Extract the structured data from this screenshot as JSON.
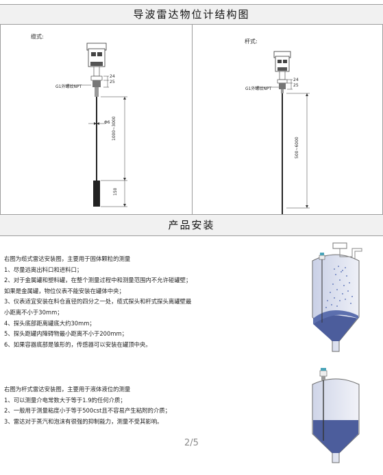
{
  "header1": "导波雷达物位计结构图",
  "header2": "产品安装",
  "left_panel": {
    "type_label": "缆式:",
    "dims": {
      "d1": "24",
      "d2": "25",
      "diameter": "Φ6",
      "range": "1000~3000",
      "bottom": "150"
    },
    "thread": "G1外螺纹NPT"
  },
  "right_panel": {
    "type_label": "杆式:",
    "dims": {
      "d1": "24",
      "d2": "25",
      "range": "500~6000"
    },
    "thread": "G1外螺纹NPT"
  },
  "cable_install": {
    "lines": [
      "右图为缆式雷达安装图，主要用于固体颗粒的测量",
      "1、尽量远离出料口和进料口；",
      "2、对于金属罐和塑料罐，在整个测量过程中和测量范围内不允许碰罐壁；",
      "如果是金属罐，物位仪表不能安装在罐体中央；",
      "3、仪表适宜安装在料仓直径的四分之一处，缆式探头和杆式探头离罐壁最",
      "小距离不小于30mm；",
      "4、探头底部距离罐底大约30mm；",
      "5、探头距罐内障碍物最小距离不小于200mm；",
      "6、如果容器底部是锥形的，传感器可以安装在罐顶中央。"
    ]
  },
  "rod_install": {
    "lines": [
      "右图为杆式雷达安装图，主要用于液体液位的测量",
      "1、可以测量介电常数大于等于1.9的任何介质；",
      "2、一般用于测量粘度小于等于500cst且不容易产生粘附的介质；",
      "3、雷达对于蒸汽和泡沫有很强的抑制能力，测量不受其影响。"
    ]
  },
  "page_number": "2/5"
}
